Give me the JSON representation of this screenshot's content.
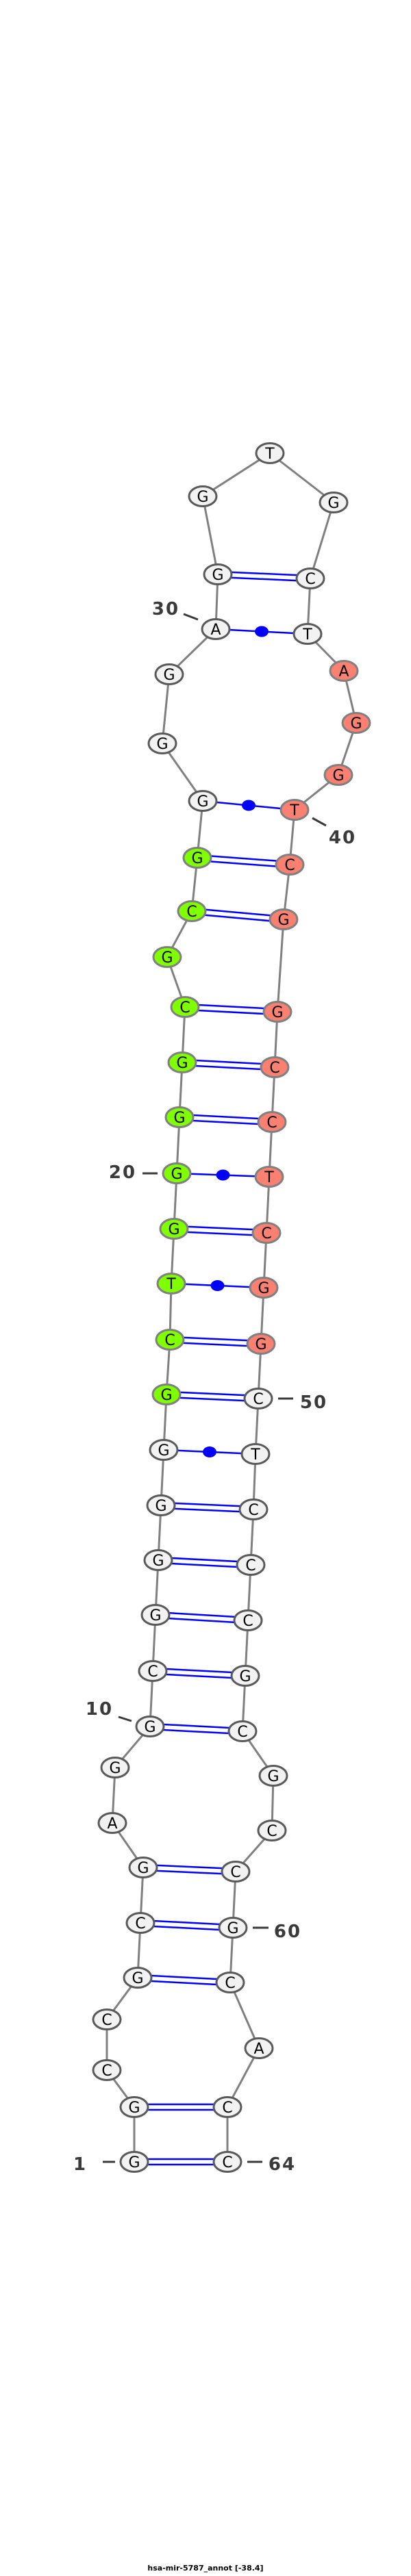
{
  "title": "hsa-mir-5787_annot [-38.4]",
  "sequence": "GGCCGCGAGGCGGGGGCTGGGGCGCGGGGAGGTGCTAGGTCGGCCTCGGCTCCCGCGCCGCACC",
  "highlights": {
    "green": [
      16,
      26
    ],
    "red": [
      37,
      49
    ]
  },
  "pairs": [
    [
      1,
      64
    ],
    [
      2,
      63
    ],
    [
      5,
      61
    ],
    [
      6,
      60
    ],
    [
      7,
      59
    ],
    [
      10,
      56
    ],
    [
      11,
      55
    ],
    [
      12,
      54
    ],
    [
      13,
      53
    ],
    [
      14,
      52
    ],
    [
      15,
      51
    ],
    [
      16,
      50
    ],
    [
      17,
      49
    ],
    [
      18,
      48
    ],
    [
      19,
      47
    ],
    [
      20,
      46
    ],
    [
      21,
      45
    ],
    [
      22,
      44
    ],
    [
      23,
      43
    ],
    [
      25,
      42
    ],
    [
      26,
      41
    ],
    [
      27,
      40
    ],
    [
      30,
      36
    ],
    [
      31,
      35
    ]
  ],
  "wobble_pairs": [
    [
      15,
      51
    ],
    [
      18,
      48
    ],
    [
      20,
      46
    ],
    [
      27,
      40
    ],
    [
      30,
      36
    ]
  ],
  "position_labels": [
    {
      "pos": 1,
      "text": "1"
    },
    {
      "pos": 10,
      "text": "10"
    },
    {
      "pos": 20,
      "text": "20"
    },
    {
      "pos": 30,
      "text": "30"
    },
    {
      "pos": 40,
      "text": "40"
    },
    {
      "pos": 50,
      "text": "50"
    },
    {
      "pos": 60,
      "text": "60"
    },
    {
      "pos": 64,
      "text": "64"
    }
  ],
  "colors": {
    "green": "#7fff00",
    "red": "#fa8072",
    "default": "#f2f2f2",
    "bond": "#0000ff",
    "backbone": "#808080"
  }
}
